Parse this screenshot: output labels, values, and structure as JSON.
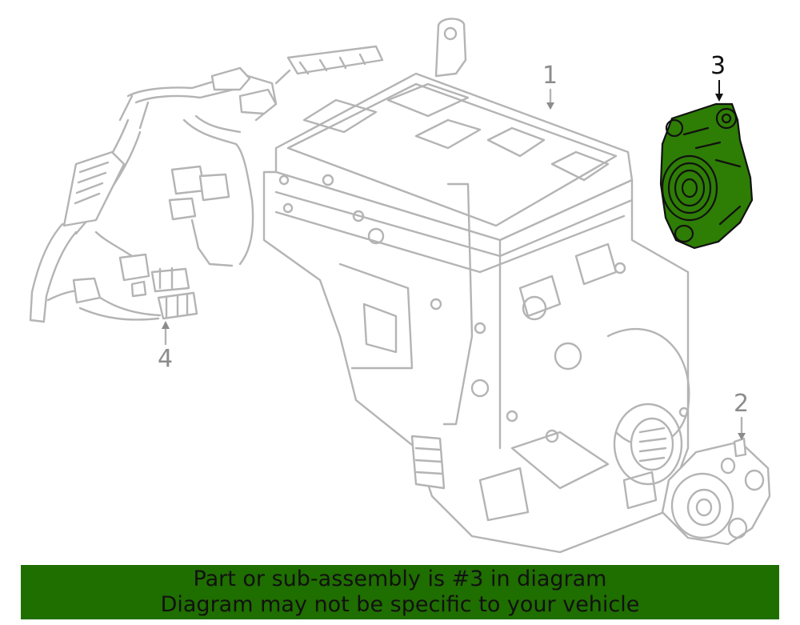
{
  "diagram": {
    "callouts": [
      {
        "id": "1",
        "label": "1"
      },
      {
        "id": "2",
        "label": "2"
      },
      {
        "id": "3",
        "label": "3"
      },
      {
        "id": "4",
        "label": "4"
      }
    ],
    "highlight_color": "#2e7d05",
    "line_color": "#b4b4b4"
  },
  "banner": {
    "line1": "Part or sub-assembly is #3 in diagram",
    "line2": "Diagram may not be specific to your vehicle",
    "background": "#1f6e00"
  }
}
